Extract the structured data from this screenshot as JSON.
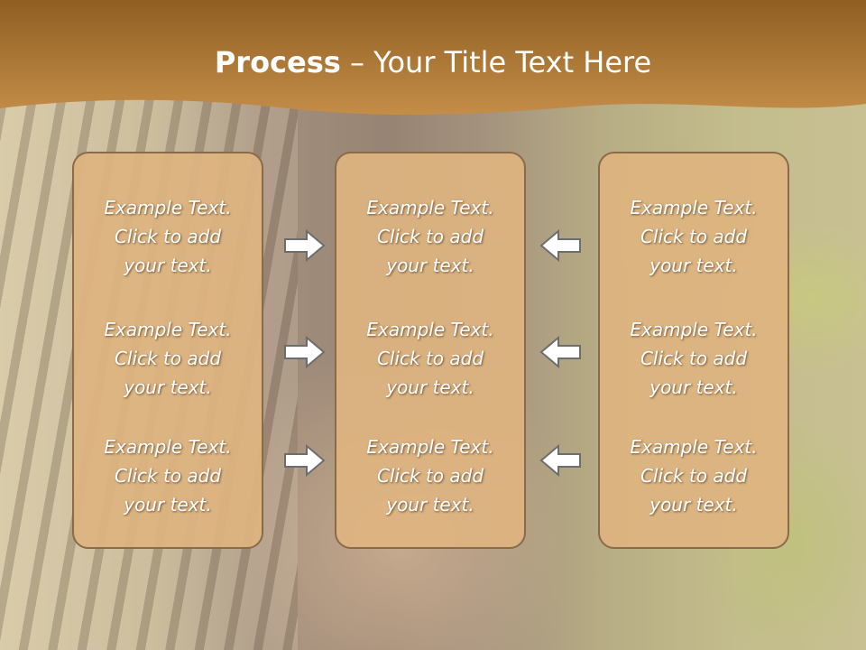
{
  "slide": {
    "title_bold": "Process",
    "title_rest": " – Your Title Text Here"
  },
  "columns": [
    {
      "items": [
        {
          "line1": "Example Text.",
          "line2": "Click  to add",
          "line3": "your text."
        },
        {
          "line1": "Example Text.",
          "line2": "Click  to add",
          "line3": "your text."
        },
        {
          "line1": "Example Text.",
          "line2": "Click  to add",
          "line3": "your text."
        }
      ]
    },
    {
      "items": [
        {
          "line1": "Example Text.",
          "line2": "Click  to add",
          "line3": "your text."
        },
        {
          "line1": "Example Text.",
          "line2": "Click  to add",
          "line3": "your text."
        },
        {
          "line1": "Example Text.",
          "line2": "Click  to add",
          "line3": "your text."
        }
      ]
    },
    {
      "items": [
        {
          "line1": "Example Text.",
          "line2": "Click  to add",
          "line3": "your text."
        },
        {
          "line1": "Example Text.",
          "line2": "Click  to add",
          "line3": "your text."
        },
        {
          "line1": "Example Text.",
          "line2": "Click  to add",
          "line3": "your text."
        }
      ]
    }
  ],
  "arrows": {
    "left_group": [
      "arrow-right-icon",
      "arrow-right-icon",
      "arrow-right-icon"
    ],
    "right_group": [
      "arrow-left-icon",
      "arrow-left-icon",
      "arrow-left-icon"
    ]
  },
  "colors": {
    "header": "#b07d3a",
    "box_fill": "#deb480",
    "box_border": "#8a6a48",
    "text": "#ffffff"
  }
}
